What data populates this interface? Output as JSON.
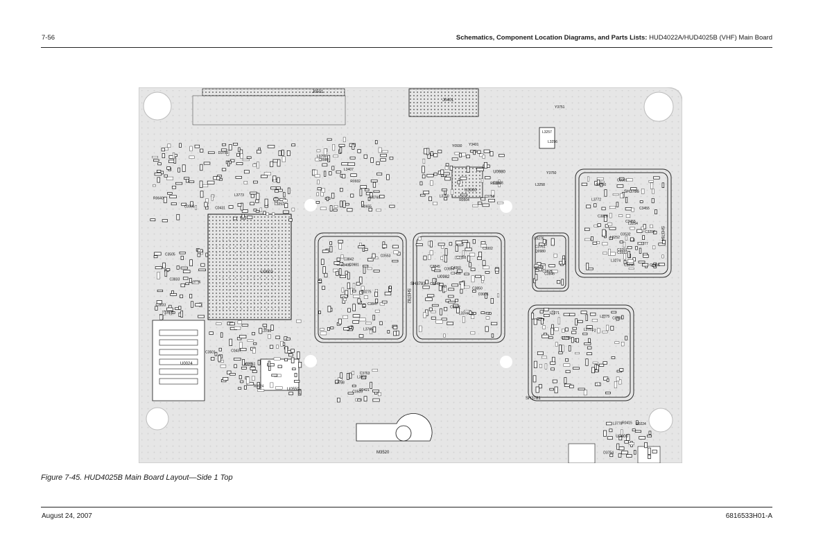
{
  "header": {
    "page_number": "7-56",
    "title_bold": "Schematics, Component Location Diagrams, and Parts Lists:",
    "title_rest": "HUD4022A/HUD4025B (VHF) Main Board"
  },
  "caption": "Figure 7-45. HUD4025B Main Board Layout—Side 1 Top",
  "footer": {
    "date": "August 24, 2007",
    "doc_number": "6816533H01-A"
  },
  "board": {
    "labels": [
      "J0401",
      "J0501",
      "U0001",
      "U0550",
      "U3000",
      "U0024",
      "M3520",
      "SH3781",
      "SH3782",
      "SH3783",
      "SH3784",
      "SH3786",
      "C3297",
      "C3277",
      "C3291",
      "C3311",
      "C3290",
      "C3456",
      "C3455",
      "C3455",
      "L3252",
      "L3254",
      "L3258",
      "L3256",
      "L3251",
      "L3257",
      "L3407",
      "L3405",
      "Y0930",
      "Y3401",
      "Y3750",
      "Y3751",
      "C3002",
      "D3001",
      "C3408",
      "C4060",
      "C3845",
      "C3849",
      "C3848",
      "C3847",
      "C3850",
      "C3846",
      "L3772",
      "L3775",
      "L3776",
      "L3786",
      "L3788",
      "L3778",
      "L3773",
      "C3760",
      "C3758",
      "C3842",
      "C3852",
      "C3761",
      "C3750",
      "C3755",
      "C3833",
      "C3751",
      "C3763",
      "D3754",
      "D3755",
      "L3759",
      "L3750",
      "L3765",
      "C3755",
      "C3825",
      "C3828",
      "L3751",
      "C3833",
      "R0624",
      "C0509",
      "U0600",
      "R0640",
      "R0655",
      "R0504",
      "C0553",
      "C0554",
      "R0553",
      "C0532",
      "C0531",
      "C0533",
      "C0437",
      "R0421",
      "R0415",
      "C0431",
      "C0980",
      "U0980",
      "C0981",
      "U0982",
      "Q0980",
      "C0991",
      "F2",
      "C3505",
      "C3501",
      "L3502",
      "R0224",
      "C0936",
      "R0932",
      "R0131",
      "Q3275",
      "L3276",
      "C3276",
      "L3274",
      "L3271"
    ]
  }
}
